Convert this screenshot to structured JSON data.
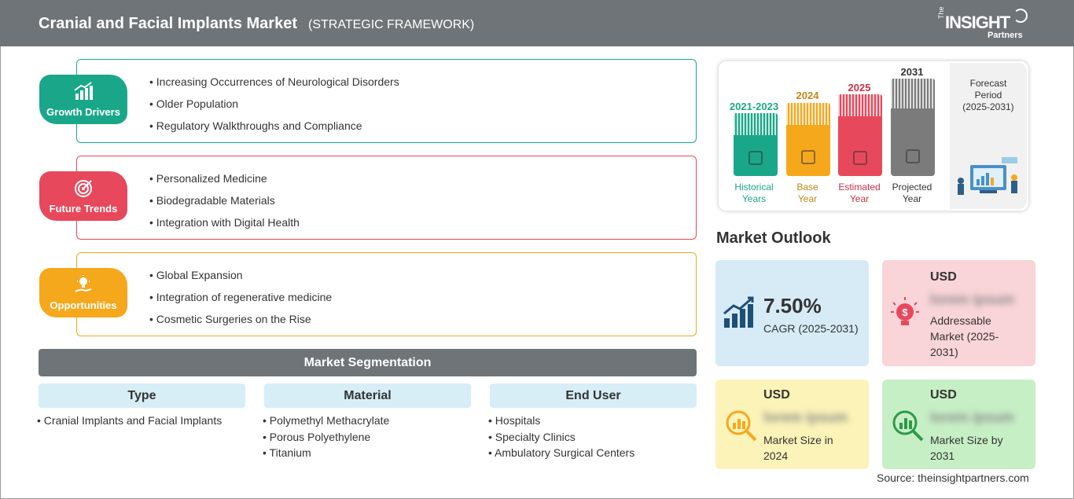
{
  "header": {
    "title": "Cranial and Facial Implants Market",
    "subtitle": "(STRATEGIC FRAMEWORK)",
    "logo": {
      "the": "The",
      "big": "INSIGHT",
      "small": "Partners"
    }
  },
  "framework": [
    {
      "label": "Growth Drivers",
      "color": "#1aa789",
      "icon": "growth-chart-icon",
      "items": [
        "Increasing Occurrences of Neurological Disorders",
        "Older Population",
        "Regulatory Walkthroughs and Compliance"
      ]
    },
    {
      "label": "Future Trends",
      "color": "#e8485b",
      "icon": "target-icon",
      "items": [
        "Personalized Medicine",
        "Biodegradable Materials",
        "Integration with Digital Health"
      ]
    },
    {
      "label": "Opportunities",
      "color": "#f5a81c",
      "icon": "lightbulb-hand-icon",
      "items": [
        "Global Expansion",
        "Integration of regenerative medicine",
        "Cosmetic Surgeries on the Rise"
      ]
    }
  ],
  "segmentation": {
    "title": "Market Segmentation",
    "columns": [
      {
        "header": "Type",
        "items": [
          "Cranial Implants and Facial Implants"
        ]
      },
      {
        "header": "Material",
        "items": [
          "Polymethyl Methacrylate",
          "Porous Polyethylene",
          "Titanium"
        ]
      },
      {
        "header": "End User",
        "items": [
          "Hospitals",
          "Specialty Clinics",
          "Ambulatory Surgical Centers"
        ]
      }
    ]
  },
  "timeline": {
    "bars": [
      {
        "year": "2021-2023",
        "label1": "Historical",
        "label2": "Years",
        "color": "#1aa789",
        "icon": "history-icon"
      },
      {
        "year": "2024",
        "label1": "Base",
        "label2": "Year",
        "color": "#f5a81c",
        "icon": "calendar-icon"
      },
      {
        "year": "2025",
        "label1": "Estimated",
        "label2": "Year",
        "color": "#e8485b",
        "icon": "estimate-icon"
      },
      {
        "year": "2031",
        "label1": "Projected",
        "label2": "Year",
        "color": "#7b7b7b",
        "icon": "presentation-icon"
      }
    ],
    "forecast": {
      "line1": "Forecast",
      "line2": "Period",
      "line3": "(2025-2031)"
    }
  },
  "outlook": {
    "title": "Market Outlook",
    "cagr": {
      "value": "7.50%",
      "label": "CAGR (2025-2031)",
      "color": "#d6ebf6"
    },
    "addressable": {
      "currency": "USD",
      "value": "lorem ipsum",
      "label1": "Addressable",
      "label2": "Market (2025-",
      "label3": "2031)",
      "color": "#f9d4d8"
    },
    "size2024": {
      "currency": "USD",
      "value": "lorem ipsum",
      "label1": "Market Size in",
      "label2": "2024",
      "color": "#fbf3b8"
    },
    "size2031": {
      "currency": "USD",
      "value": "lorem ipsum",
      "label1": "Market Size by",
      "label2": "2031",
      "color": "#c7efc6"
    }
  },
  "source": "Source: theinsightpartners.com"
}
